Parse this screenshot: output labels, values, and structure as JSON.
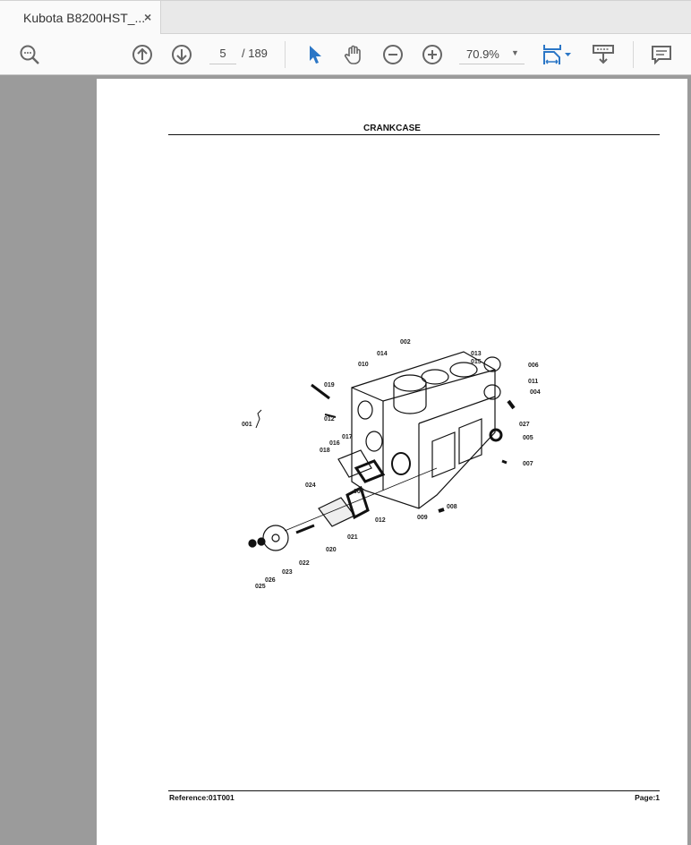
{
  "tab": {
    "title": "Kubota B8200HST_...",
    "close_glyph": "×"
  },
  "toolbar": {
    "icons": [
      "zoom-search-icon",
      "page-up-icon",
      "page-down-icon",
      "select-cursor-icon",
      "hand-pan-icon",
      "zoom-out-icon",
      "zoom-in-icon",
      "fit-page-icon",
      "scroll-mode-icon",
      "comment-icon"
    ],
    "current_page": "5",
    "total_pages": "/ 189",
    "zoom_level": "70.9%",
    "accent_color": "#2b76c6"
  },
  "page": {
    "title": "CRANKCASE",
    "reference": "Reference:01T001",
    "page_label": "Page:1"
  },
  "diagram": {
    "labels": [
      "001",
      "002",
      "003",
      "004",
      "005",
      "006",
      "007",
      "008",
      "009",
      "010",
      "011",
      "012",
      "012",
      "013",
      "014",
      "015",
      "016",
      "017",
      "018",
      "019",
      "020",
      "021",
      "022",
      "023",
      "024",
      "025",
      "026",
      "027"
    ]
  }
}
